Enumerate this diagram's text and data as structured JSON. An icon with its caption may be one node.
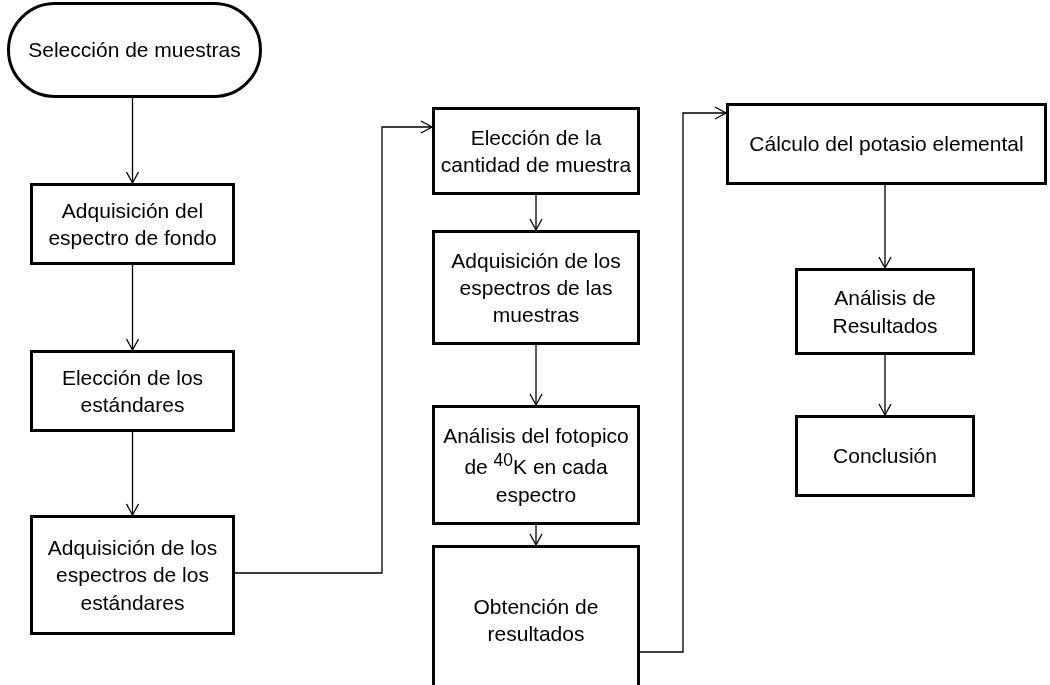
{
  "diagram": {
    "nodes": [
      {
        "text": [
          "Selección de muestras"
        ]
      },
      {
        "text": [
          "Adquisición del espectro de fondo"
        ]
      },
      {
        "text": [
          "Elección de los estándares"
        ]
      },
      {
        "text": [
          "Adquisición de los espectros de los estándares"
        ]
      },
      {
        "text": [
          "Elección de la cantidad de muestra"
        ]
      },
      {
        "text": [
          "Adquisición de los espectros de las muestras"
        ]
      },
      {
        "text": [
          "Análisis del fotopico de $^{40}$K en cada espectro"
        ]
      },
      {
        "text": [
          "Obtención de resultados"
        ]
      },
      {
        "text": [
          "Cálculo del potasio elemental"
        ]
      },
      {
        "text": [
          "Análisis de Resultados"
        ]
      },
      {
        "text": [
          "Conclusión"
        ]
      }
    ],
    "edges": [
      {
        "from": 0,
        "to": 1,
        "arrow": "to"
      },
      {
        "from": 1,
        "to": 2,
        "arrow": "to"
      },
      {
        "from": 2,
        "to": 3,
        "arrow": "to"
      },
      {
        "from": 3,
        "to": 4,
        "arrow": "to"
      },
      {
        "from": 4,
        "to": 5,
        "arrow": "to"
      },
      {
        "from": 5,
        "to": 6,
        "arrow": "to"
      },
      {
        "from": 6,
        "to": 7,
        "arrow": "to"
      },
      {
        "from": 7,
        "to": 8,
        "arrow": "to"
      },
      {
        "from": 8,
        "to": 9,
        "arrow": "to"
      },
      {
        "from": 9,
        "to": 10,
        "arrow": "to"
      }
    ]
  }
}
